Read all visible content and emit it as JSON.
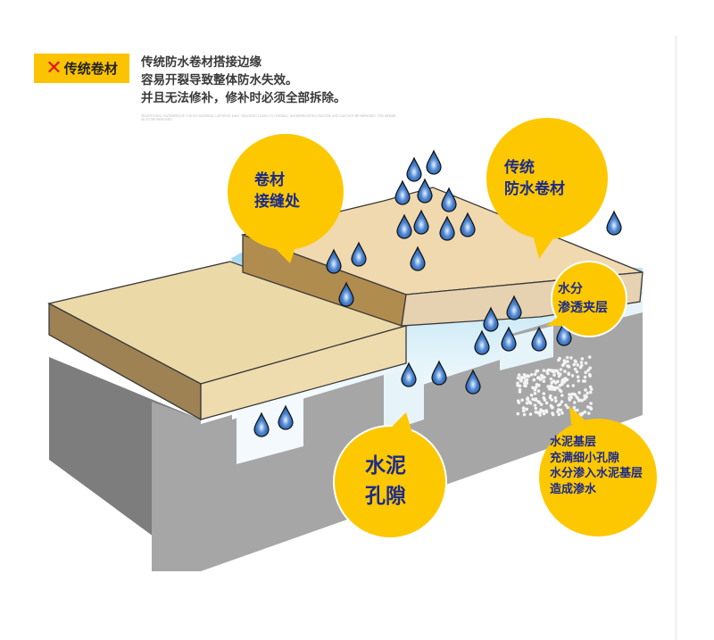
{
  "header": {
    "badge_icon": "cross-icon",
    "badge_mark": "✕",
    "badge_label": "传统卷材",
    "description_lines": [
      "传统防水卷材搭接边缘",
      "容易开裂导致整体防水失效。",
      "并且无法修补，修补时必须全部拆除。"
    ],
    "english_note": "TRADITIONAL WATERPROOF COILED MATERIAL LAP EDGE EASY CRACKING LEADS TO OVERALL WATERPROOFING FAILURE AND CAN NOT BE REPAIRED, THE REPAIR MUST BE REMOVED."
  },
  "callouts": {
    "seam": [
      "卷材",
      "接缝处"
    ],
    "membrane": [
      "传统",
      "防水卷材"
    ],
    "interlayer": [
      "水分",
      "渗透夹层"
    ],
    "cement_pores": [
      "水泥",
      "孔隙"
    ],
    "base_layer": [
      "水泥基层",
      "充满细小孔隙",
      "水分渗入水泥基层",
      "造成渗水"
    ]
  },
  "colors": {
    "badge": "#fcc400",
    "cross": "#e0141c",
    "bubble": "#fdc800",
    "bubble_text": "#1c2a8c",
    "membrane_top": "#f0d9ae",
    "membrane_side": "#a88a50",
    "concrete_light": "#a6a6a6",
    "concrete_dark": "#7d7d7d",
    "water": "#bfe6f4",
    "drop": "#2f66b8"
  }
}
